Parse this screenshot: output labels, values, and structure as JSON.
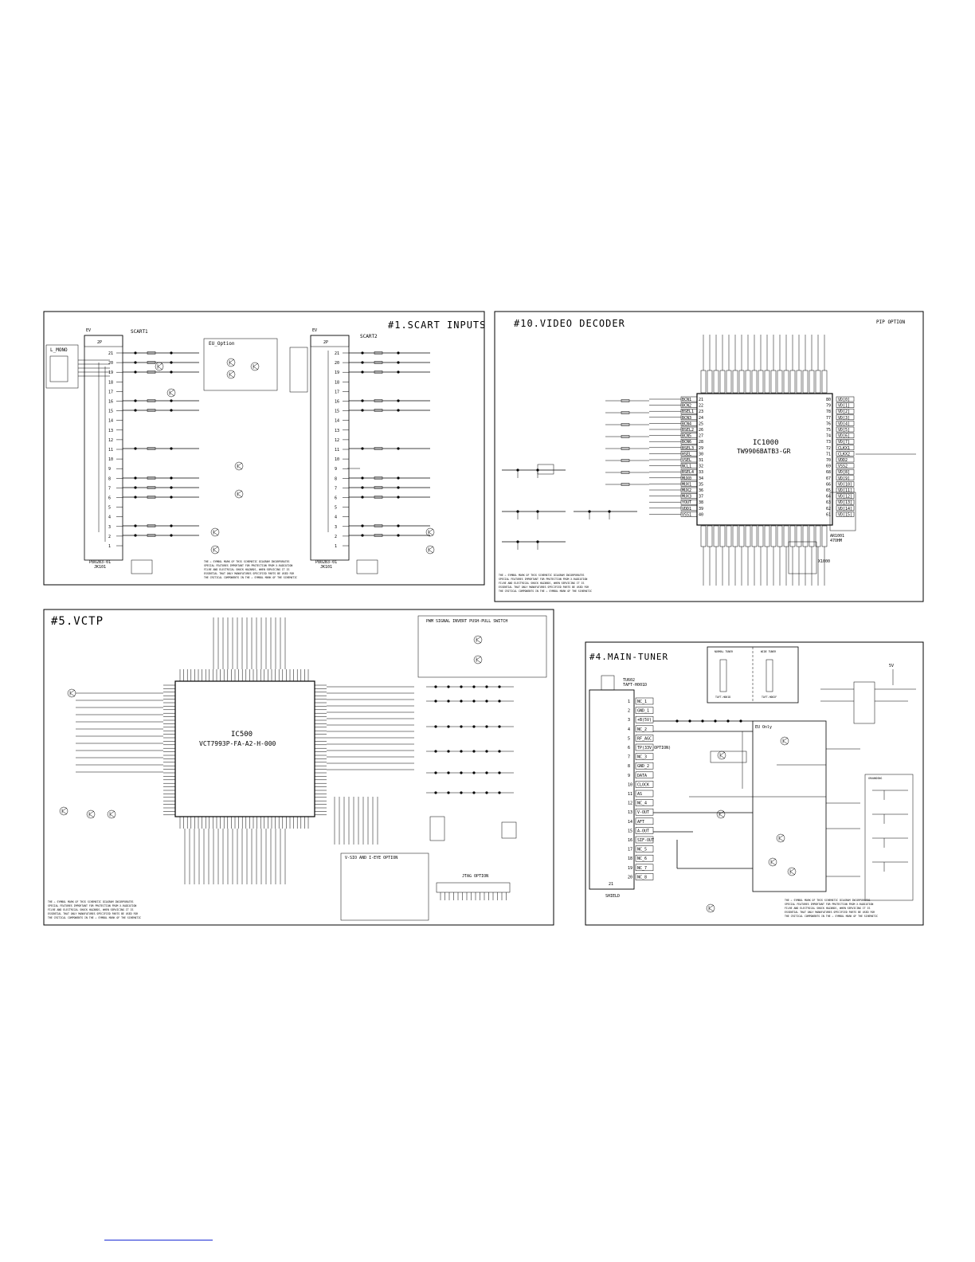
{
  "panels": {
    "scart": {
      "title": "#1.SCART INPUTS",
      "connector1": {
        "label": "SCART1",
        "part": "P802B3-01",
        "ref": "JK101"
      },
      "connector2": {
        "label": "SCART2",
        "part": "P802B3-01",
        "ref": "JK101"
      },
      "pins": [
        "21",
        "20",
        "19",
        "18",
        "17",
        "16",
        "15",
        "14",
        "13",
        "12",
        "11",
        "10",
        "9",
        "8",
        "7",
        "6",
        "5",
        "4",
        "3",
        "2",
        "1"
      ],
      "side_box": "L_MONO",
      "sub_box": "EU_Option",
      "pin_header": "2P",
      "pin_header_ref": "EV"
    },
    "video_decoder": {
      "title": "#10.VIDEO DECODER",
      "option": "PIP OPTION",
      "ic_ref": "IC1000",
      "ic_part": "TW9906BATB3-GR",
      "left_pins": [
        "21",
        "22",
        "23",
        "24",
        "25",
        "26",
        "27",
        "28",
        "29",
        "30",
        "31",
        "32",
        "33",
        "34",
        "35",
        "36",
        "37",
        "38",
        "39",
        "40"
      ],
      "left_pin_labels": [
        "BCN1",
        "BCN2",
        "BSEL1",
        "BCN3",
        "BCN4",
        "BSEL2",
        "BCN5",
        "BCN6",
        "BSEL3",
        "HSEL",
        "VSEL",
        "NCL1",
        "BSEL4",
        "MUX0",
        "MUX1",
        "MUX2",
        "MUX3",
        "YOUT",
        "VDD1",
        "VSS1"
      ],
      "right_pins": [
        "80",
        "79",
        "78",
        "77",
        "76",
        "75",
        "74",
        "73",
        "72",
        "71",
        "70",
        "69",
        "68",
        "67",
        "66",
        "65",
        "64",
        "63",
        "62",
        "61"
      ],
      "right_pin_labels": [
        "VD[0]",
        "VD[1]",
        "VD[2]",
        "VD[3]",
        "VD[4]",
        "VD[5]",
        "VD[6]",
        "VD[7]",
        "CLKX1",
        "CLKX2",
        "VDD2",
        "VSS2",
        "VD[8]",
        "VD[9]",
        "VD[10]",
        "VD[11]",
        "VD[12]",
        "VD[13]",
        "VD[14]",
        "VD[15]"
      ],
      "array_ref": "AR1001",
      "array_val": "47OHM",
      "crystal_ref": "X1000",
      "notice": "THE ⚠ SYMBOL MARK OF THIS SCHEMATIC DIAGRAM INCORPORATES SPECIAL FEATURES IMPORTANT FOR PROTECTION FROM X-RADIATION FILRE AND ELECTRICAL SHOCK HAZARDS, WHEN SERVICING IT IS ESSENTIAL THAT ONLY MANUFATURES SPECIFIED PARTS BE USED FOR THE CRITICAL COMPONENTS IN THE ⚠ SYMBOL MARK OF THE SCHEMATIC"
    },
    "vctp": {
      "title": "#5.VCTP",
      "ic_ref": "IC500",
      "ic_part": "VCT7993P-FA-A2-H-000",
      "pwm_box": "PWM SIGNAL INVERT PUSH-PULL SWITCH",
      "vsio_box": "V-SIO AND I-EYE OPTION",
      "jtag_box": "JTAG OPTION",
      "notice": "THE ⚠ SYMBOL MARK OF THIS SCHEMATIC DIAGRAM INCORPORATES SPECIAL FEATURES IMPORTANT FOR PROTECTION FROM X-RADIATION FILRE AND ELECTRICAL SHOCK HAZARDS, WHEN SERVICING IT IS ESSENTIAL THAT ONLY MANUFATURES SPECIFIED PARTS BE USED FOR THE CRITICAL COMPONENTS IN THE ⚠ SYMBOL MARK OF THE SCHEMATIC"
    },
    "tuner": {
      "title": "#4.MAIN-TUNER",
      "tuner_ref": "TU602",
      "tuner_part": "TAFT-H001D",
      "shield": "SHIELD",
      "shield_pin": "21",
      "pins": [
        "1",
        "2",
        "3",
        "4",
        "5",
        "6",
        "7",
        "8",
        "9",
        "10",
        "11",
        "12",
        "13",
        "14",
        "15",
        "16",
        "17",
        "18",
        "19",
        "20"
      ],
      "pin_labels": [
        "NC_1",
        "GND_1",
        "+B(5V)",
        "NC_2",
        "RF_AGC",
        "TP(33V_OPTION)",
        "NC_3",
        "GND_2",
        "DATA",
        "CLOCK",
        "AS",
        "NC_4",
        "V-OUT",
        "AFT",
        "A-OUT",
        "SIF-OUT",
        "NC_5",
        "NC_6",
        "NC_7",
        "NC_8"
      ],
      "normal_tuner": "NORMAL TUNER",
      "wide_tuner": "WIDE TUNER",
      "normal_tuner_part": "TAFT-H001D",
      "wide_tuner_part": "TAFT-H002F",
      "eu_only": "EU Only",
      "supply": "5V",
      "ground_box": "GROUNDING",
      "notice": "THE ⚠ SYMBOL MARK OF THIS SCHEMATIC DIAGRAM INCORPORATES SPECIAL FEATURES IMPORTANT FOR PROTECTION FROM X-RADIATION FILRE AND ELECTRICAL SHOCK HAZARDS, WHEN SERVICING IT IS ESSENTIAL THAT ONLY MANUFATURES SPECIFIED PARTS BE USED FOR THE CRITICAL COMPONENTS IN THE ⚠ SYMBOL MARK OF THE SCHEMATIC"
    }
  }
}
